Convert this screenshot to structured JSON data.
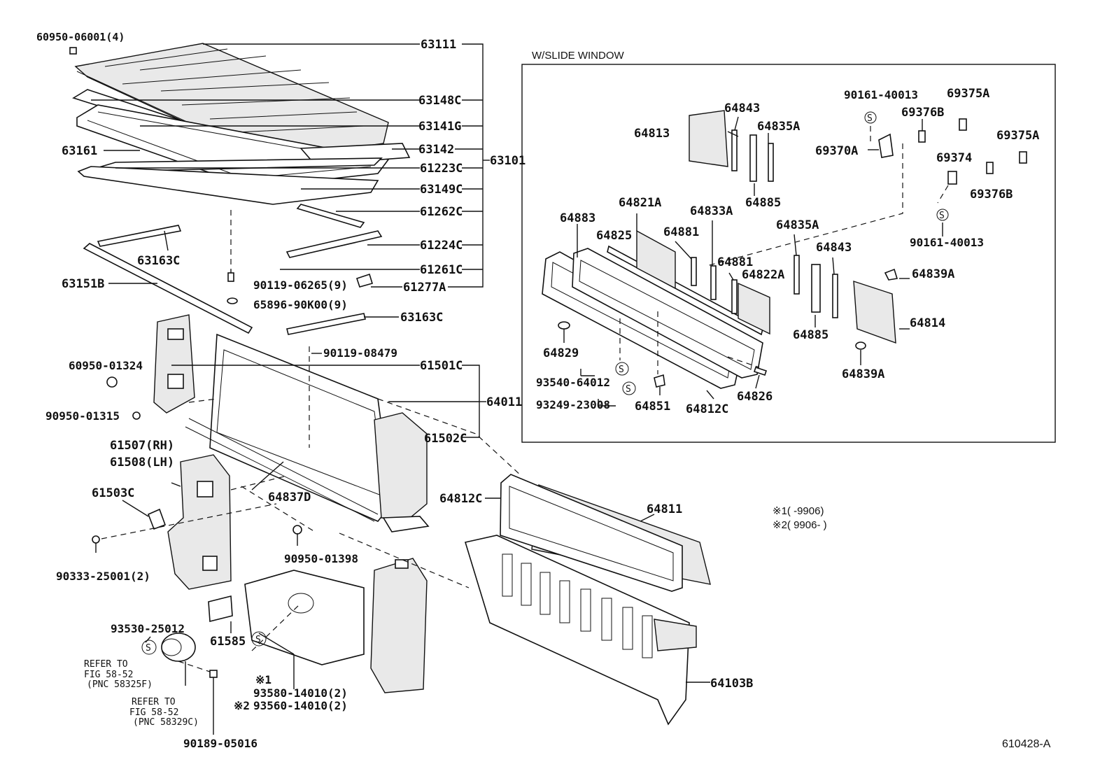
{
  "section_title": "W/SLIDE WINDOW",
  "diagram_id": "610428-A",
  "notes": [
    "※1(        -9906)",
    "※2( 9906-        )"
  ],
  "refer": {
    "a": [
      "REFER TO",
      "FIG 58-52",
      "(PNC 58325F)"
    ],
    "b": [
      "REFER TO",
      "FIG 58-52",
      "(PNC 58329C)"
    ]
  },
  "seal_symbol": "S",
  "labels": {
    "p60950_06001": "60950-06001(4)",
    "p63111": "63111",
    "p63148c": "63148C",
    "p63141g": "63141G",
    "p63142": "63142",
    "p63101": "63101",
    "p63161": "63161",
    "p61223c": "61223C",
    "p63149c": "63149C",
    "p61262c": "61262C",
    "p61224c": "61224C",
    "p63163c_a": "63163C",
    "p61261c": "61261C",
    "p63151b": "63151B",
    "p90119_06265": "90119-06265(9)",
    "p61277a": "61277A",
    "p65896": "65896-90K00(9)",
    "p63163c_b": "63163C",
    "p90119_08479": "90119-08479",
    "p60950_01324": "60950-01324",
    "p61501c": "61501C",
    "p64011": "64011",
    "p90950_01315": "90950-01315",
    "p61502c": "61502C",
    "p61507": "61507(RH)",
    "p61508": "61508(LH)",
    "p61503c": "61503C",
    "p64837d": "64837D",
    "p64812c_main": "64812C",
    "p64811": "64811",
    "p90950_01398": "90950-01398",
    "p90333": "90333-25001(2)",
    "p93530": "93530-25012",
    "p61585": "61585",
    "p93580": "93580-14010(2)",
    "p93560": "93560-14010(2)",
    "p90189": "90189-05016",
    "p64103b": "64103B",
    "mark1": "※1",
    "mark2": "※2",
    "p64813": "64813",
    "p64843_a": "64843",
    "p64835a_a": "64835A",
    "p64885_a": "64885",
    "p90161_a": "90161-40013",
    "p69375a_a": "69375A",
    "p69376b_a": "69376B",
    "p69370a": "69370A",
    "p69375a_b": "69375A",
    "p69374": "69374",
    "p69376b_b": "69376B",
    "p90161_b": "90161-40013",
    "p64883": "64883",
    "p64821a": "64821A",
    "p64825": "64825",
    "p64881_a": "64881",
    "p64833a": "64833A",
    "p64835a_b": "64835A",
    "p64843_b": "64843",
    "p64881_b": "64881",
    "p64822a": "64822A",
    "p64839a_a": "64839A",
    "p64885_b": "64885",
    "p64814": "64814",
    "p64829": "64829",
    "p93540": "93540-64012",
    "p93249": "93249-23008",
    "p64851": "64851",
    "p64812c_inset": "64812C",
    "p64826": "64826",
    "p64839a_b": "64839A"
  }
}
